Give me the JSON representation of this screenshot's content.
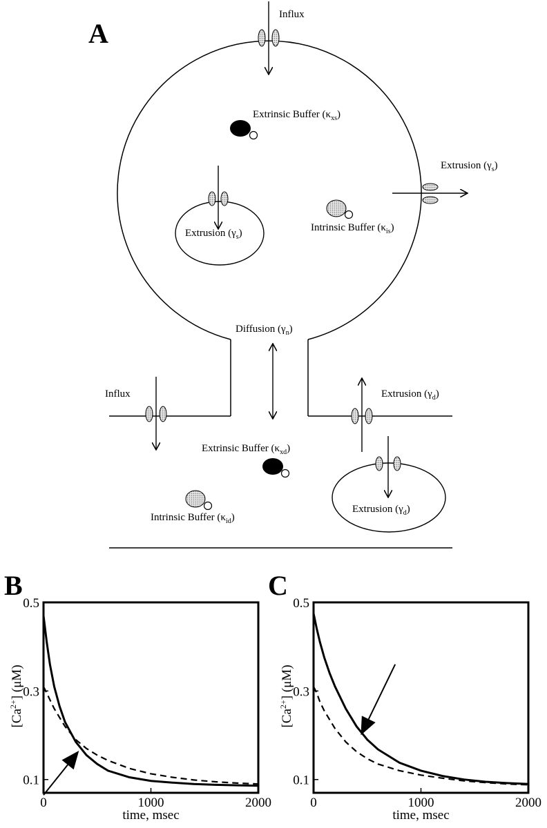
{
  "panel_a": {
    "letter": "A",
    "labels": {
      "influx_top": "Influx",
      "extrinsic_buffer_s": "Extrinsic Buffer (κ",
      "extrinsic_buffer_s_sub": "xs",
      "extrusion_right": "Extrusion (γ",
      "extrusion_right_sub": "s",
      "extrusion_inner": "Extrusion (γ",
      "extrusion_inner_sub": "s",
      "intrinsic_buffer_s": "Intrinsic Buffer (κ",
      "intrinsic_buffer_s_sub": "is",
      "diffusion": "Diffusion (γ",
      "diffusion_sub": "n",
      "influx_bottom": "Influx",
      "extrusion_dend_right": "Extrusion (γ",
      "extrusion_dend_right_sub": "d",
      "extrinsic_buffer_d": "Extrinsic Buffer (κ",
      "extrinsic_buffer_d_sub": "xd",
      "extrusion_dend_inner": "Extrusion (γ",
      "extrusion_dend_inner_sub": "d",
      "intrinsic_buffer_d": "Intrinsic Buffer (κ",
      "intrinsic_buffer_d_sub": "id"
    },
    "colors": {
      "extrinsic_buffer": "#000000",
      "intrinsic_buffer": "#c8c8c8",
      "channel": "#d0d0d0"
    }
  },
  "chart_data": [
    {
      "id": "B",
      "type": "line",
      "letter": "B",
      "xlabel": "time, msec",
      "ylabel_prefix": "[Ca",
      "ylabel_sup": "2+",
      "ylabel_suffix": "] (μM)",
      "xlim": [
        0,
        2000
      ],
      "ylim": [
        0.07,
        0.5
      ],
      "xticks": [
        0,
        1000,
        2000
      ],
      "yticks": [
        0.1,
        0.3,
        0.5
      ],
      "series": [
        {
          "style": "solid",
          "x": [
            0,
            30,
            60,
            100,
            150,
            200,
            300,
            400,
            500,
            600,
            800,
            1000,
            1200,
            1400,
            1600,
            1800,
            2000
          ],
          "y": [
            0.47,
            0.41,
            0.36,
            0.31,
            0.265,
            0.23,
            0.185,
            0.155,
            0.135,
            0.12,
            0.105,
            0.097,
            0.093,
            0.09,
            0.088,
            0.087,
            0.086
          ]
        },
        {
          "style": "dashed",
          "x": [
            0,
            30,
            60,
            100,
            150,
            200,
            300,
            400,
            500,
            600,
            800,
            1000,
            1200,
            1400,
            1600,
            1800,
            2000
          ],
          "y": [
            0.31,
            0.295,
            0.28,
            0.26,
            0.24,
            0.22,
            0.19,
            0.17,
            0.155,
            0.143,
            0.125,
            0.113,
            0.105,
            0.099,
            0.095,
            0.092,
            0.09
          ]
        }
      ],
      "arrow": {
        "from": [
          0,
          0.065
        ],
        "to": [
          330,
          0.165
        ]
      }
    },
    {
      "id": "C",
      "type": "line",
      "letter": "C",
      "xlabel": "time, msec",
      "ylabel_prefix": "[Ca",
      "ylabel_sup": "2+",
      "ylabel_suffix": "] (μM)",
      "xlim": [
        0,
        2000
      ],
      "ylim": [
        0.07,
        0.5
      ],
      "xticks": [
        0,
        1000,
        2000
      ],
      "yticks": [
        0.1,
        0.3,
        0.5
      ],
      "series": [
        {
          "style": "solid",
          "x": [
            0,
            30,
            60,
            100,
            150,
            200,
            300,
            400,
            500,
            600,
            800,
            1000,
            1200,
            1400,
            1600,
            1800,
            2000
          ],
          "y": [
            0.475,
            0.44,
            0.41,
            0.375,
            0.34,
            0.31,
            0.26,
            0.22,
            0.19,
            0.168,
            0.138,
            0.12,
            0.108,
            0.1,
            0.095,
            0.092,
            0.09
          ]
        },
        {
          "style": "dashed",
          "x": [
            0,
            30,
            60,
            100,
            150,
            200,
            300,
            400,
            500,
            600,
            800,
            1000,
            1200,
            1400,
            1600,
            1800,
            2000
          ],
          "y": [
            0.31,
            0.295,
            0.275,
            0.255,
            0.235,
            0.215,
            0.185,
            0.163,
            0.147,
            0.135,
            0.12,
            0.11,
            0.103,
            0.097,
            0.093,
            0.09,
            0.088
          ]
        }
      ],
      "arrow": {
        "from": [
          760,
          0.36
        ],
        "to": [
          440,
          0.2
        ]
      }
    }
  ]
}
